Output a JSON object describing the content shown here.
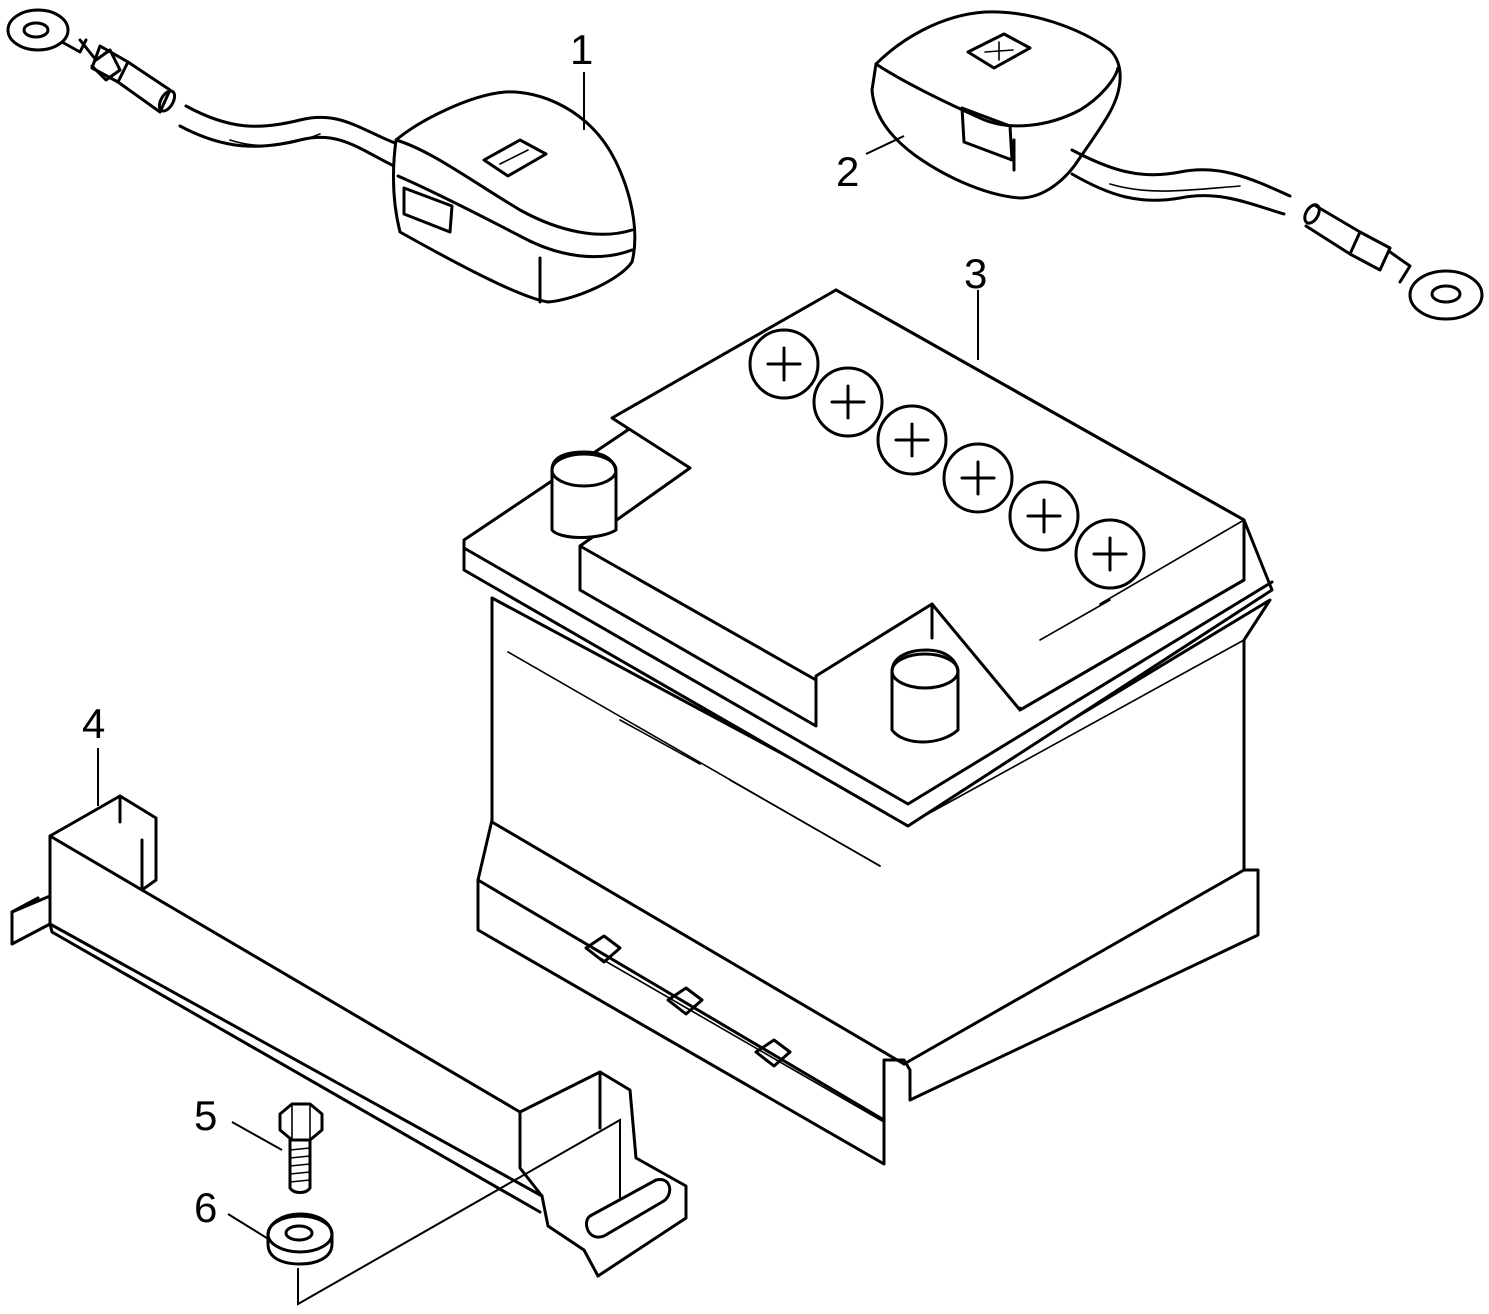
{
  "callouts": [
    {
      "id": "1",
      "text": "1"
    },
    {
      "id": "2",
      "text": "2"
    },
    {
      "id": "3",
      "text": "3"
    },
    {
      "id": "4",
      "text": "4"
    },
    {
      "id": "5",
      "text": "5"
    },
    {
      "id": "6",
      "text": "6"
    }
  ],
  "symbols": {
    "negative": "−",
    "positive": "+"
  }
}
